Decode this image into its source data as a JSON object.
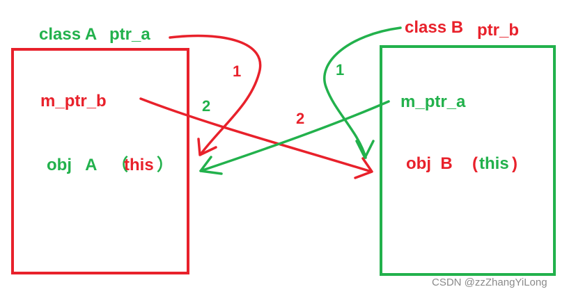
{
  "colors": {
    "red": "#e8212b",
    "green": "#22b14c",
    "watermark": "#8a8a8a"
  },
  "labels": {
    "class_a": "class A",
    "ptr_a": "ptr_a",
    "class_b": "class B",
    "ptr_b": "ptr_b",
    "m_ptr_b": "m_ptr_b",
    "m_ptr_a": "m_ptr_a",
    "obj_a_prefix": "obj   A",
    "obj_b_prefix": "obj  B",
    "paren_open_fullwidth": "（",
    "paren_close_fullwidth": "）",
    "paren_open": "(",
    "paren_close": ")",
    "this": "this",
    "step_1": "1",
    "step_2": "2"
  },
  "watermark": "CSDN @zzZhangYiLong"
}
